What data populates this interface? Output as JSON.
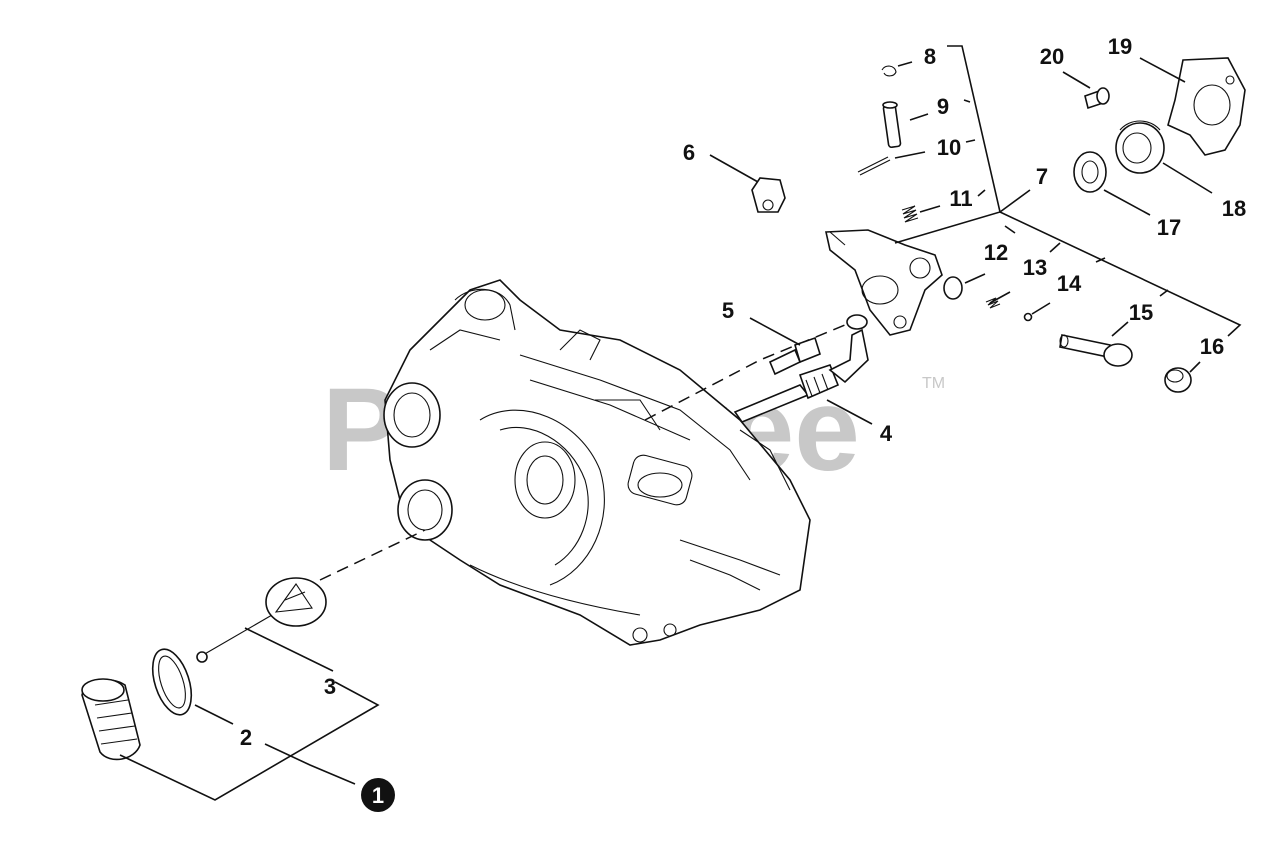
{
  "watermark": {
    "text": "PartsTree",
    "trademark": "TM"
  },
  "callouts": {
    "c1": "1",
    "c2": "2",
    "c3": "3",
    "c4": "4",
    "c5": "5",
    "c6": "6",
    "c7": "7",
    "c8": "8",
    "c9": "9",
    "c10": "10",
    "c11": "11",
    "c12": "12",
    "c13": "13",
    "c14": "14",
    "c15": "15",
    "c16": "16",
    "c17": "17",
    "c18": "18",
    "c19": "19",
    "c20": "20"
  },
  "colors": {
    "line": "#111111",
    "watermark": "#c8c8c8",
    "background": "#ffffff",
    "kit_badge": "#111111"
  }
}
